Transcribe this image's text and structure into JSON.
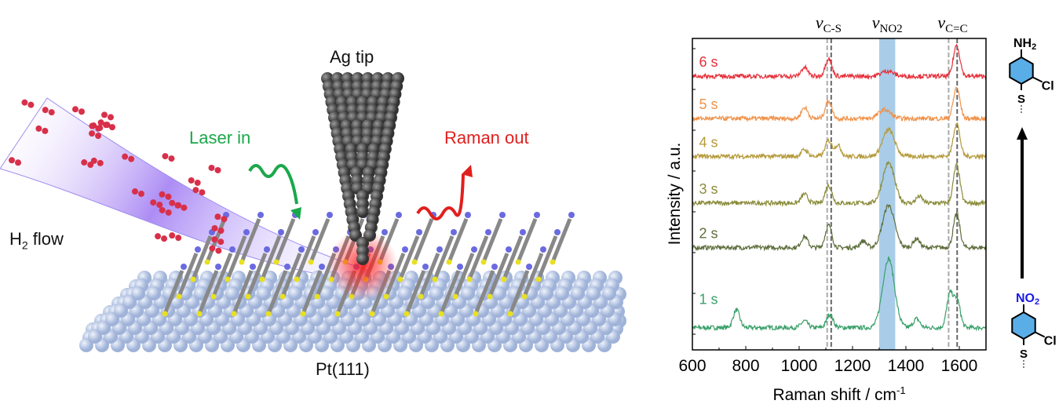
{
  "diagram": {
    "tip_label": "Ag tip",
    "laser_label": "Laser in",
    "raman_label": "Raman out",
    "flow_label": "H",
    "flow_sub": "2",
    "flow_label_rest": " flow",
    "surface_label": "Pt(111)",
    "colors": {
      "laser": "#1aa84a",
      "raman": "#e0201e",
      "flow": "#8a5cf0",
      "tip": "#555555",
      "slab": "#b8c8e6"
    }
  },
  "molecules": {
    "top_group": "NH",
    "top_sub": "2",
    "bottom_group": "NO",
    "bottom_sub": "2",
    "cl": "Cl",
    "s": "S",
    "ring_color": "#5aaee8",
    "no2_color": "#1a1ae8"
  },
  "chart_data": {
    "type": "line",
    "xlabel": "Raman shift / cm",
    "xlabel_sup": "-1",
    "ylabel": "Intensity / a.u.",
    "xlim": [
      600,
      1700
    ],
    "ylim": [
      0,
      7
    ],
    "xticks": [
      600,
      800,
      1000,
      1200,
      1400,
      1600
    ],
    "highlight_band": {
      "range": [
        1300,
        1360
      ],
      "color": "#a9cde8"
    },
    "dashed_lines": [
      1105,
      1120,
      1560,
      1592
    ],
    "annotations": [
      {
        "text": "v",
        "sub": "C-S",
        "x": 1110
      },
      {
        "text": "v",
        "sub": "NO2",
        "x": 1330
      },
      {
        "text": "v",
        "sub": "C=C",
        "x": 1575
      }
    ],
    "series": [
      {
        "name": "1 s",
        "color": "#3aa06a",
        "baseline": 0.5,
        "peaks": [
          [
            765,
            0.4
          ],
          [
            1020,
            0.15
          ],
          [
            1115,
            0.3
          ],
          [
            1335,
            1.55
          ],
          [
            1440,
            0.2
          ],
          [
            1565,
            0.75
          ],
          [
            1592,
            0.6
          ]
        ]
      },
      {
        "name": "2 s",
        "color": "#5e6e3c",
        "baseline": 2.3,
        "peaks": [
          [
            1020,
            0.25
          ],
          [
            1110,
            0.5
          ],
          [
            1240,
            0.15
          ],
          [
            1335,
            0.95
          ],
          [
            1440,
            0.2
          ],
          [
            1590,
            0.75
          ]
        ]
      },
      {
        "name": "3 s",
        "color": "#8a8c3a",
        "baseline": 3.3,
        "peaks": [
          [
            1020,
            0.2
          ],
          [
            1110,
            0.4
          ],
          [
            1335,
            0.9
          ],
          [
            1450,
            0.15
          ],
          [
            1590,
            0.85
          ]
        ]
      },
      {
        "name": "4 s",
        "color": "#b59a3a",
        "baseline": 4.35,
        "peaks": [
          [
            1020,
            0.15
          ],
          [
            1110,
            0.35
          ],
          [
            1145,
            0.25
          ],
          [
            1335,
            0.6
          ],
          [
            1590,
            0.75
          ]
        ]
      },
      {
        "name": "5 s",
        "color": "#f0924a",
        "baseline": 5.2,
        "peaks": [
          [
            1020,
            0.25
          ],
          [
            1110,
            0.4
          ],
          [
            1320,
            0.2
          ],
          [
            1590,
            0.7
          ]
        ]
      },
      {
        "name": "6 s",
        "color": "#e6303a",
        "baseline": 6.15,
        "peaks": [
          [
            1020,
            0.2
          ],
          [
            1110,
            0.4
          ],
          [
            1330,
            0.12
          ],
          [
            1590,
            0.7
          ]
        ]
      }
    ]
  }
}
